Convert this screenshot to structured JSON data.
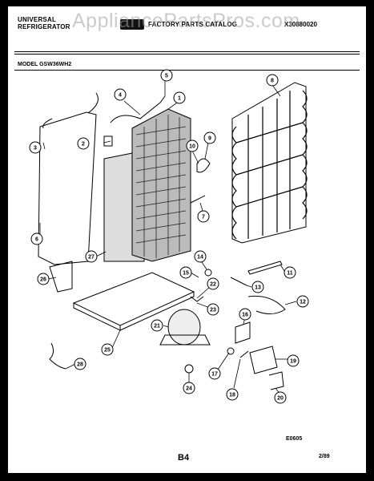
{
  "header": {
    "brand_line1": "UNIVERSAL",
    "brand_line2": "REFRIGERATOR",
    "catalog_title": "FACTORY PARTS CATALOG",
    "catalog_code": "X30880020",
    "watermark": "AppliancePartsPros.com"
  },
  "model_label": "MODEL GSW36WH2",
  "callouts": [
    "1",
    "2",
    "3",
    "4",
    "5",
    "6",
    "7",
    "8",
    "9",
    "10",
    "11",
    "12",
    "13",
    "14",
    "15",
    "16",
    "17",
    "18",
    "19",
    "20",
    "21",
    "22",
    "23",
    "24",
    "25",
    "26",
    "27",
    "28"
  ],
  "footer": {
    "drawing_code": "E0605",
    "page": "B4",
    "date": "2/89"
  }
}
